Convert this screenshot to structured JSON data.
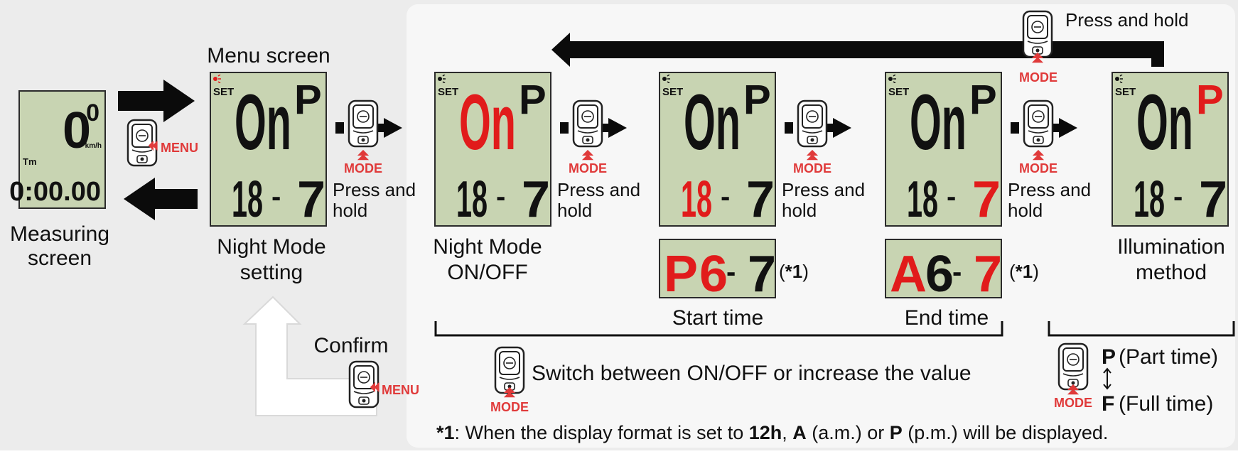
{
  "colors": {
    "left_bg": "#ececec",
    "right_panel_bg": "#f7f7f7",
    "lcd_bg": "#c8d4b2",
    "lcd_border": "#2b2b2b",
    "segment_dark": "#111111",
    "segment_red": "#e11b1b",
    "arrow_dark": "#0b0b0b",
    "label_text": "#111111",
    "mode_label": "#e03a3a"
  },
  "labels": {
    "menu_screen": "Menu screen",
    "measuring_screen_line1": "Measuring",
    "measuring_screen_line2": "screen",
    "night_mode_setting_line1": "Night Mode",
    "night_mode_setting_line2": "setting",
    "night_mode_onoff_line1": "Night Mode",
    "night_mode_onoff_line2": "ON/OFF",
    "start_time": "Start time",
    "end_time": "End time",
    "illumination_line1": "Illumination",
    "illumination_line2": "method",
    "confirm": "Confirm",
    "press_hold_top": "Press and hold",
    "press_and": "Press and",
    "hold": "hold",
    "switch_text": "Switch between ON/OFF or increase the value",
    "note_mark_open": "(",
    "note_mark": "*1",
    "note_mark_close": ")",
    "p_letter": "P",
    "p_desc": "(Part time)",
    "f_letter": "F",
    "f_desc": "(Full time)",
    "footnote": {
      "mark": "*1",
      "t1": ": When the display format is set to ",
      "b1": "12h",
      "t2": ", ",
      "b2": "A",
      "t3": " (a.m.) or ",
      "b3": "P",
      "t4": " (p.m.) will be displayed."
    }
  },
  "buttons": {
    "menu": "MENU",
    "mode": "MODE"
  },
  "lcd": {
    "set_label": "SET",
    "on_text": "On",
    "p_text": "P",
    "hour_text": "18",
    "dash_text": "-",
    "minute_text": "7",
    "alt_start_letter": "P",
    "alt_end_letter": "A",
    "alt_digit": "6",
    "alt_minute": "7",
    "measuring_speed": "0",
    "measuring_decimal": "0",
    "speed_unit": "km/h",
    "tm_label": "Tm",
    "measuring_time": "0:00.00"
  },
  "icons": {
    "arrow_right": "arrow-right-icon",
    "arrow_left": "arrow-left-icon",
    "arrow_up": "arrow-up-icon",
    "device": "cycle-computer-icon",
    "light": "light-icon",
    "double_arrow": "double-arrow-icon"
  }
}
